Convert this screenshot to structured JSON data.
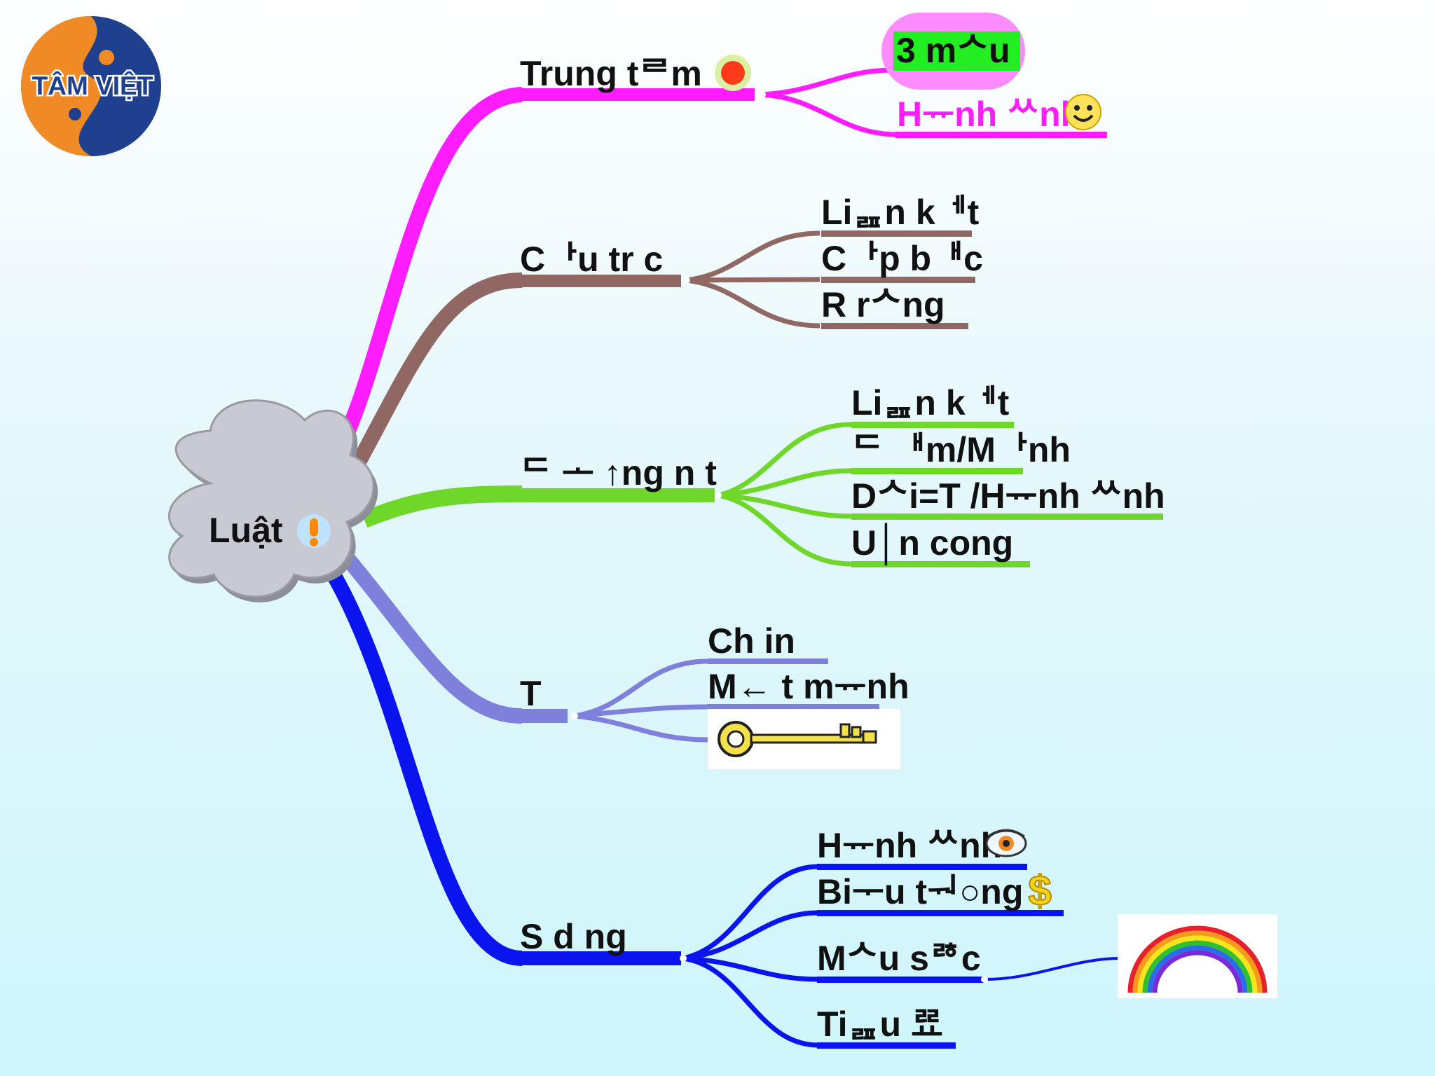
{
  "logo": {
    "text": "TÂM VIỆT"
  },
  "root": {
    "label": "Luật",
    "icon": "exclamation-icon"
  },
  "colors": {
    "magenta": "#ff1dff",
    "brown": "#906763",
    "green": "#6fd62a",
    "lavender": "#7f7fdc",
    "blue": "#0a14ee",
    "cloud": "#c9c9d3",
    "highlight": "#22ee22"
  },
  "branches": [
    {
      "id": "center",
      "label": "Trung tᄅm",
      "icon": "target-icon",
      "children": [
        {
          "label": "3 mᄉu",
          "highlight": true,
          "icon": ""
        },
        {
          "label": "Hᅲnh ᄊnh",
          "icon": "smiley-icon"
        }
      ]
    },
    {
      "id": "structure",
      "label": "Cᅡu tr  c",
      "children": [
        {
          "label": "Liᆵn kᅦt"
        },
        {
          "label": "Cᅡp bᅢc"
        },
        {
          "label": "R￵ rᄉng"
        }
      ]
    },
    {
      "id": "emphasis",
      "label": "ᄃ ᅩ ↑ng n  t",
      "children": [
        {
          "label": "Liᆵn kᅦt"
        },
        {
          "label": "ᄃ ᅢm/Mᅡnh"
        },
        {
          "label": "Dᄉi=T  /Hᅲnh ᄊnh"
        },
        {
          "label": "U│n cong"
        }
      ]
    },
    {
      "id": "key",
      "label": "T",
      "children": [
        {
          "label": "Ch   in"
        },
        {
          "label": "M← t mᅲnh"
        },
        {
          "label": "",
          "image": "key-icon"
        }
      ]
    },
    {
      "id": "usage",
      "label": "S   d  ng",
      "children": [
        {
          "label": "Hᅲnh ᄊnh",
          "icon": "eye-icon"
        },
        {
          "label": "Biᅮu tᅯ○ng",
          "icon": "dollar-icon"
        },
        {
          "label": "Mᄉu sᄚc",
          "image": "rainbow-icon"
        },
        {
          "label": "Tiᆵu ᄙᅭ"
        }
      ]
    }
  ]
}
